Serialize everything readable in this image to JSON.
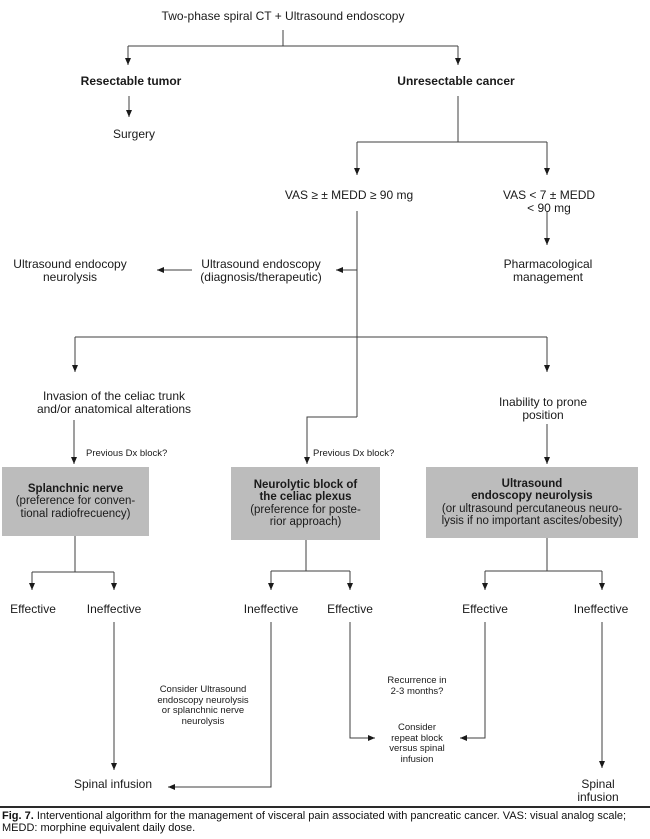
{
  "colors": {
    "box_fill": "#bcbcbc",
    "line": "#3f3f3f",
    "text": "#1a1a1a"
  },
  "nodes": {
    "root": "Two-phase spiral CT + Ultrasound endoscopy",
    "resectable_tumor": "Resectable tumor",
    "surgery": "Surgery",
    "unresectable_cancer": "Unresectable cancer",
    "vas_high": "VAS ≥ ± MEDD ≥ 90 mg",
    "vas_low": "VAS < 7 ± MEDD < 90 mg",
    "pharmacological": "Pharmacological\nmanagement",
    "us_endoscopy_neurolysis": "Ultrasound endocopy\nneurolysis",
    "us_endoscopy_diagnostic": "Ultrasound endoscopy\n(diagnosis/therapeutic)",
    "invasion_celiac": "Invasion of the celiac trunk\nand/or anatomical alterations",
    "inability_prone": "Inability to prone position",
    "previous_dx_left": "Previous Dx block?",
    "previous_dx_mid": "Previous Dx block?",
    "splanchnic_title": "Splanchnic nerve",
    "splanchnic_sub": "(preference for conven-\ntional radiofrecuency)",
    "neurolytic_title": "Neurolytic block of\nthe celiac plexus",
    "neurolytic_sub": "(preference for poste-\nrior approach)",
    "usn_title": "Ultrasound\nendoscopy neurolysis",
    "usn_sub": "(or ultrasound percutaneous neuro-\nlysis if no important ascites/obesity)",
    "left_effective": "Effective",
    "left_ineffective": "Ineffective",
    "mid_ineffective": "Ineffective",
    "mid_effective": "Effective",
    "right_effective": "Effective",
    "right_ineffective": "Ineffective",
    "consider_usn": "Consider Ultrasound\nendoscopy neurolysis\nor splanchnic nerve\nneurolysis",
    "recurrence": "Recurrence in\n2-3 months?",
    "consider_repeat": "Consider\nrepeat block\nversus spinal\ninfusion",
    "spinal_infusion_left": "Spinal infusion",
    "spinal_infusion_right": "Spinal infusion"
  },
  "caption": {
    "fig_label": "Fig. 7.",
    "text": " Interventional algorithm for the management of visceral pain associated with pancreatic cancer. VAS: visual analog scale; MEDD: morphine equivalent daily dose."
  }
}
